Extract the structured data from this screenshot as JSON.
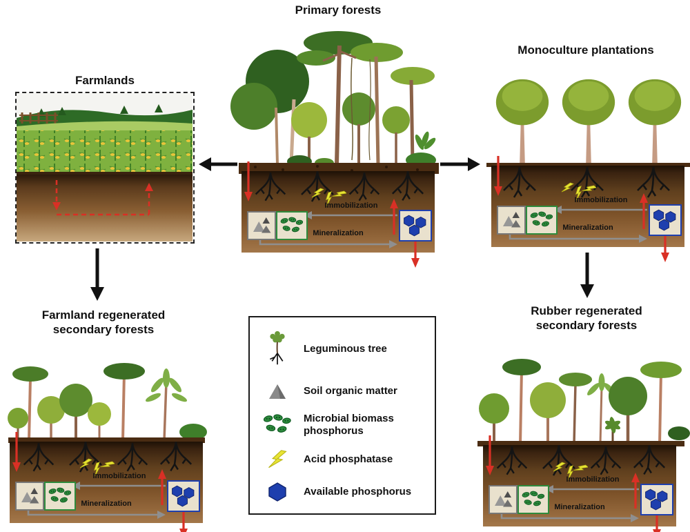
{
  "panels": {
    "primary_forests": {
      "title": "Primary forests"
    },
    "farmlands": {
      "title": "Farmlands"
    },
    "monoculture_plantations": {
      "title": "Monoculture plantations"
    },
    "farmland_secondary": {
      "title_line1": "Farmland regenerated",
      "title_line2": "secondary forests"
    },
    "rubber_secondary": {
      "title_line1": "Rubber regenerated",
      "title_line2": "secondary forests"
    }
  },
  "soil_process": {
    "immobilization_label": "Immobilization",
    "mineralization_label": "Mineralization"
  },
  "legend": {
    "items": [
      {
        "label": "Leguminous tree",
        "icon": "leguminous-tree-icon"
      },
      {
        "label": "Soil organic matter",
        "icon": "soil-organic-matter-icon"
      },
      {
        "label": "Microbial biomass phosphorus",
        "icon": "microbial-biomass-phosphorus-icon"
      },
      {
        "label": "Acid phosphatase",
        "icon": "acid-phosphatase-icon"
      },
      {
        "label": "Available phosphorus",
        "icon": "available-phosphorus-icon"
      }
    ]
  },
  "colors": {
    "soil_organic_matter_gray": "#8a8a8a",
    "microbial_green": "#2e8b3d",
    "acid_phosphatase_yellow": "#e8e435",
    "available_phosphorus_blue": "#1e3fae",
    "flux_red": "#d93025",
    "process_arrow_gray": "#8f8f8f"
  }
}
